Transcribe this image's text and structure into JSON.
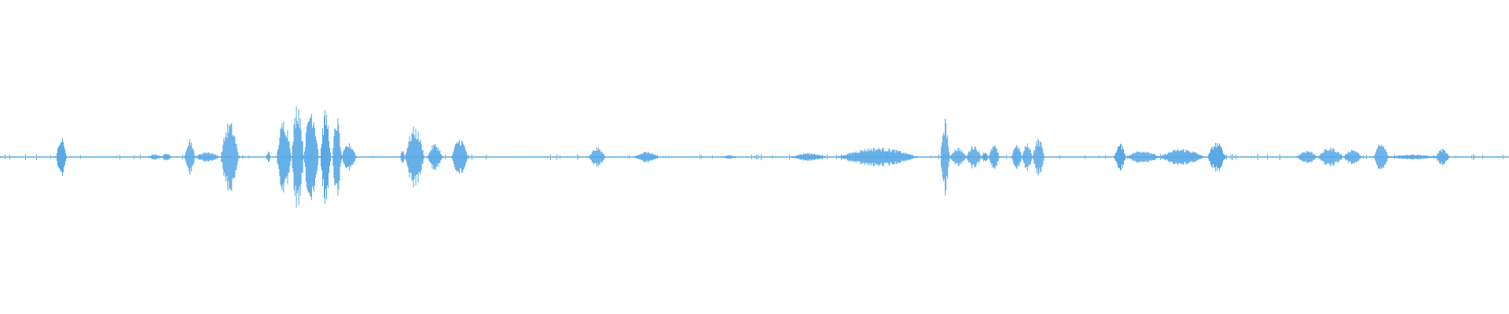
{
  "waveform": {
    "color": "#5aa9e6",
    "background": "#ffffff",
    "segments": [
      {
        "start": 0.037,
        "end": 0.044,
        "amp": 0.14
      },
      {
        "start": 0.098,
        "end": 0.107,
        "amp": 0.02
      },
      {
        "start": 0.107,
        "end": 0.113,
        "amp": 0.03
      },
      {
        "start": 0.122,
        "end": 0.129,
        "amp": 0.14
      },
      {
        "start": 0.129,
        "end": 0.145,
        "amp": 0.04
      },
      {
        "start": 0.146,
        "end": 0.158,
        "amp": 0.26
      },
      {
        "start": 0.176,
        "end": 0.179,
        "amp": 0.04
      },
      {
        "start": 0.183,
        "end": 0.193,
        "amp": 0.28
      },
      {
        "start": 0.193,
        "end": 0.201,
        "amp": 0.42
      },
      {
        "start": 0.201,
        "end": 0.211,
        "amp": 0.38
      },
      {
        "start": 0.212,
        "end": 0.219,
        "amp": 0.34
      },
      {
        "start": 0.22,
        "end": 0.226,
        "amp": 0.3
      },
      {
        "start": 0.226,
        "end": 0.236,
        "amp": 0.1
      },
      {
        "start": 0.265,
        "end": 0.268,
        "amp": 0.06
      },
      {
        "start": 0.268,
        "end": 0.281,
        "amp": 0.22
      },
      {
        "start": 0.283,
        "end": 0.293,
        "amp": 0.1
      },
      {
        "start": 0.299,
        "end": 0.31,
        "amp": 0.14
      },
      {
        "start": 0.39,
        "end": 0.401,
        "amp": 0.07
      },
      {
        "start": 0.42,
        "end": 0.436,
        "amp": 0.04
      },
      {
        "start": 0.479,
        "end": 0.487,
        "amp": 0.015
      },
      {
        "start": 0.524,
        "end": 0.547,
        "amp": 0.03
      },
      {
        "start": 0.555,
        "end": 0.608,
        "amp": 0.07
      },
      {
        "start": 0.623,
        "end": 0.629,
        "amp": 0.28
      },
      {
        "start": 0.629,
        "end": 0.64,
        "amp": 0.07
      },
      {
        "start": 0.64,
        "end": 0.65,
        "amp": 0.09
      },
      {
        "start": 0.65,
        "end": 0.655,
        "amp": 0.04
      },
      {
        "start": 0.655,
        "end": 0.662,
        "amp": 0.09
      },
      {
        "start": 0.67,
        "end": 0.677,
        "amp": 0.1
      },
      {
        "start": 0.677,
        "end": 0.684,
        "amp": 0.1
      },
      {
        "start": 0.684,
        "end": 0.692,
        "amp": 0.14
      },
      {
        "start": 0.738,
        "end": 0.746,
        "amp": 0.1
      },
      {
        "start": 0.746,
        "end": 0.768,
        "amp": 0.05
      },
      {
        "start": 0.768,
        "end": 0.798,
        "amp": 0.06
      },
      {
        "start": 0.8,
        "end": 0.812,
        "amp": 0.11
      },
      {
        "start": 0.859,
        "end": 0.873,
        "amp": 0.05
      },
      {
        "start": 0.873,
        "end": 0.89,
        "amp": 0.07
      },
      {
        "start": 0.89,
        "end": 0.902,
        "amp": 0.06
      },
      {
        "start": 0.91,
        "end": 0.92,
        "amp": 0.1
      },
      {
        "start": 0.92,
        "end": 0.951,
        "amp": 0.02
      },
      {
        "start": 0.951,
        "end": 0.96,
        "amp": 0.06
      }
    ]
  }
}
